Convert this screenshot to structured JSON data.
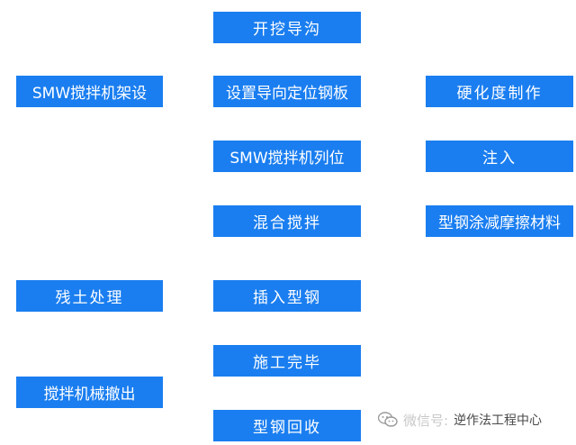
{
  "center_column": [
    "开挖导沟",
    "设置导向定位钢板",
    "SMW搅拌机列位",
    "混合搅拌",
    "插入型钢",
    "施工完毕",
    "型钢回收"
  ],
  "left_column": [
    "SMW搅拌机架设",
    "残土处理",
    "搅拌机械撤出"
  ],
  "right_column": [
    "硬化度制作",
    "注入",
    "型钢涂减摩擦材料"
  ],
  "watermark": {
    "prefix": "微信号:",
    "text": "逆作法工程中心",
    "icon": "wechat-icon"
  },
  "colors": {
    "box_fill": "#1a7ef0",
    "box_text": "#ffffff",
    "background": "#ffffff"
  }
}
